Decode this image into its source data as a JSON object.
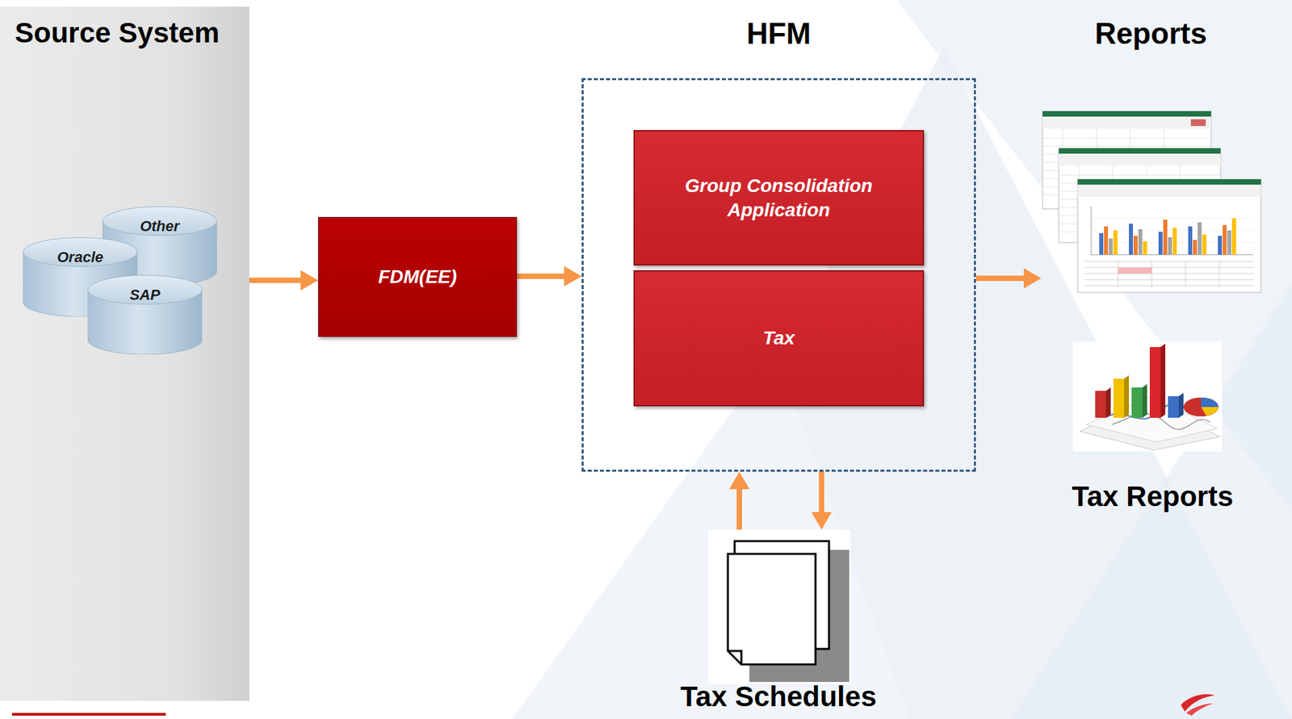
{
  "diagram": {
    "nodes": [
      {
        "text": [
          "Source System"
        ]
      },
      {
        "text": [
          "Other"
        ],
        "in": 0
      },
      {
        "text": [
          "Oracle"
        ],
        "in": 0
      },
      {
        "text": [
          "SAP"
        ],
        "in": 0
      },
      {
        "text": [
          "FDM(EE)"
        ]
      },
      {
        "text": [
          "HFM"
        ]
      },
      {
        "text": [
          "Group Consolidation Application"
        ],
        "in": 5
      },
      {
        "text": [
          "Tax"
        ],
        "in": 5
      },
      {
        "text": [
          "Reports"
        ]
      },
      {
        "text": [
          "Tax Reports"
        ]
      },
      {
        "text": [
          "Tax Schedules"
        ]
      }
    ],
    "edges": [
      {
        "from": 0,
        "to": 4,
        "arrow": "to"
      },
      {
        "from": 4,
        "to": 5,
        "arrow": "to"
      },
      {
        "from": 5,
        "to": 8,
        "arrow": "to"
      },
      {
        "from": 10,
        "to": 5,
        "arrow": "to"
      },
      {
        "from": 5,
        "to": 10,
        "arrow": "to"
      }
    ]
  }
}
